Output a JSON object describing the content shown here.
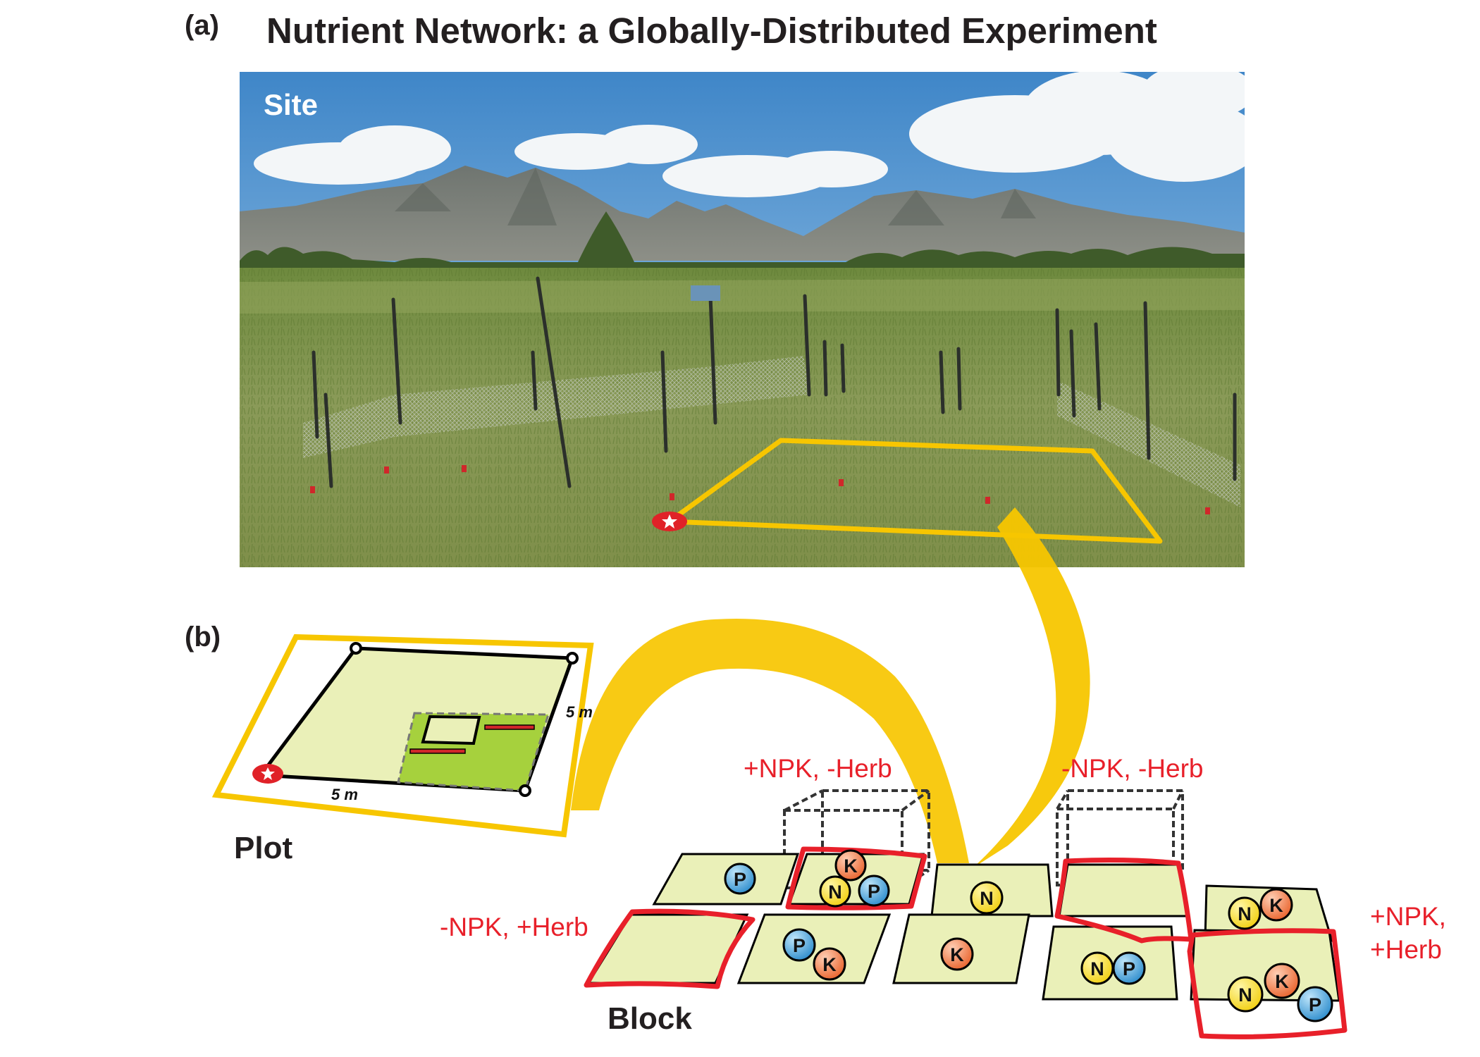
{
  "header": {
    "panel_a": "(a)",
    "panel_b": "(b)",
    "title": "Nutrient Network: a Globally-Distributed Experiment"
  },
  "photo": {
    "label": "Site"
  },
  "plot": {
    "label": "Plot",
    "side_dim": "5 m",
    "bottom_dim": "5 m"
  },
  "block": {
    "label": "Block",
    "annotations": {
      "top_left": "+NPK, -Herb",
      "top_right": "-NPK, -Herb",
      "left": "-NPK, +Herb",
      "right_line1": "+NPK,",
      "right_line2": "+Herb"
    },
    "nutrients": {
      "N": "N",
      "P": "P",
      "K": "K"
    }
  },
  "colors": {
    "highlight_yellow": "#f7c600",
    "plot_fill": "#eaf0b8",
    "subplot_fill": "#a6d13d",
    "fence_red": "#e8202a",
    "nutrient_N": "#f8e01c",
    "nutrient_P": "#4da6dc",
    "nutrient_K": "#ef7b45"
  }
}
